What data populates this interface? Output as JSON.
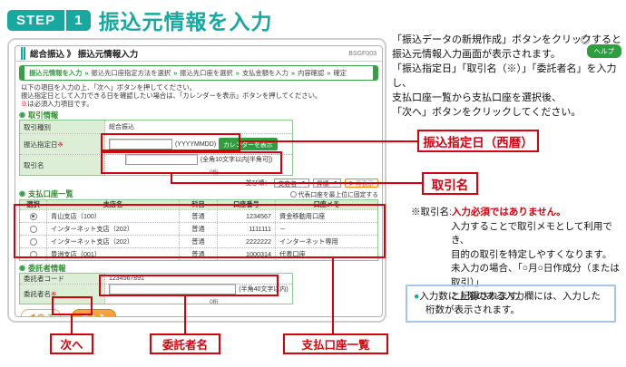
{
  "colors": {
    "accent_teal": "#17a8a0",
    "bank_green": "#2f9e41",
    "button_orange": "#f08300",
    "callout_red": "#d7000f",
    "info_border_blue": "#a5c6e8"
  },
  "step": {
    "badge": "STEP",
    "number": "1",
    "title": "振込元情報を入力"
  },
  "app": {
    "header": {
      "title": "総合振込 》 振込元情報入力",
      "code": "BSGF003"
    },
    "breadcrumb": {
      "separator": "»",
      "active": "振込元情報を入力",
      "rest": [
        "振込先口座指定方法を選択",
        "振込先口座を選択",
        "支払金額を入力",
        "内容確認",
        "確定"
      ]
    },
    "intro": {
      "line1": "以下の項目を入力の上、「次へ」ボタンを押してください。",
      "line2": "振込指定日として入力できる日を確認したい場合は、「カレンダーを表示」ボタンを押してください。",
      "line3_mark": "※",
      "line3": "は必須入力項目です。"
    },
    "help": {
      "label": "ヘルプ",
      "q": "？"
    },
    "section_icon": "◉",
    "transaction": {
      "title": "取引情報",
      "type_label": "取引種別",
      "type_value": "総合振込",
      "date_label": "振込指定日",
      "date_req": "※",
      "date_hint": "(YYYYMMDD)",
      "calendar_button": "カレンダーを表示",
      "name_label": "取引名",
      "name_hint": "(全角10文字以内[半角可])",
      "name_digits": "0桁"
    },
    "sort": {
      "label": "並び順：",
      "branch": "支店名",
      "order": "昇順",
      "arrow": "▼",
      "refresh_icon": "▶",
      "refresh": "再表示"
    },
    "accounts": {
      "title": "支払口座一覧",
      "fix_label": "代表口座を最上位に固定する",
      "headers": [
        "選択",
        "支店名",
        "科目",
        "口座番号",
        "口座メモ"
      ],
      "rows": [
        {
          "selected": true,
          "branch": "青山支店（100）",
          "type": "普通",
          "number": "1234567",
          "memo": "資金移動用口座"
        },
        {
          "selected": false,
          "branch": "インターネット支店（202）",
          "type": "普通",
          "number": "1111111",
          "memo": "－"
        },
        {
          "selected": false,
          "branch": "インターネット支店（202）",
          "type": "普通",
          "number": "2222222",
          "memo": "インターネット専用"
        },
        {
          "selected": false,
          "branch": "豊洲支店（001）",
          "type": "普通",
          "number": "1000314",
          "memo": "代表口座"
        }
      ]
    },
    "consignor": {
      "title": "委託者情報",
      "code_label": "委託者コード",
      "code_value": "1234567891",
      "name_label": "委託者名",
      "name_req": "※",
      "name_hint": "(半角40文字以内)",
      "name_digits": "0桁"
    },
    "buttons": {
      "back": "◀ 戻 る",
      "next": "次 へ ▶"
    }
  },
  "callouts": {
    "date": "振込指定日（西暦）",
    "trade_name": "取引名",
    "next": "次へ",
    "consignor_name": "委託者名",
    "account_list": "支払口座一覧"
  },
  "right_panel": {
    "para": [
      "「振込データの新規作成」ボタンをクリックすると",
      "振込元情報入力画面が表示されます。",
      "「振込指定日」「取引名（※）」「委託者名」を入力し、",
      "支払口座一覧から支払口座を選択後、",
      "「次へ」ボタンをクリックしてください。"
    ],
    "note": {
      "prefix": "※取引名:",
      "em": "入力必須ではありません。",
      "lines": [
        "入力することで取引メモとして利用でき、",
        "目的の取引を特定しやすくなります。",
        "未入力の場合、「○月○日作成分（または取引）」",
        "と記録されます。"
      ]
    },
    "info": {
      "bullet": "●",
      "text": "入力数に上限のある入力欄には、入力した桁数が表示されます。"
    }
  }
}
